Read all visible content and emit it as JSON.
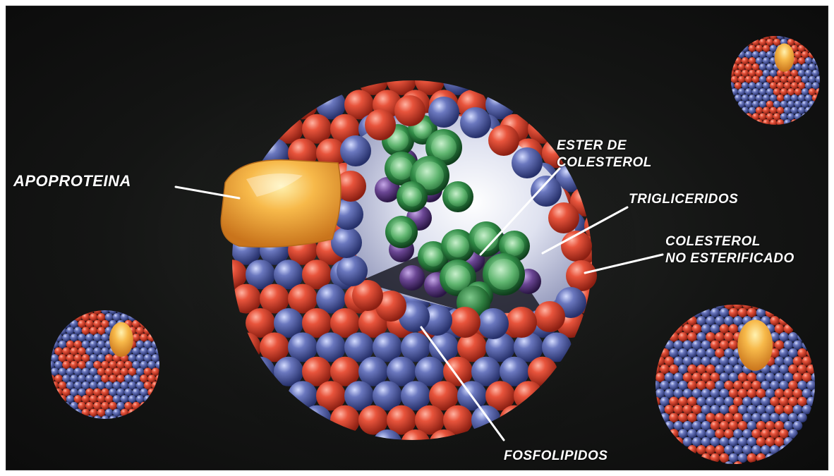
{
  "labels": {
    "apoproteina": "APOPROTEINA",
    "ester_line1": "ESTER DE",
    "ester_line2": "COLESTEROL",
    "trigliceridos": "TRIGLICERIDOS",
    "colesterol_line1": "COLESTEROL",
    "colesterol_line2": "NO ESTERIFICADO",
    "fosfolipidos": "FOSFOLIPIDOS"
  },
  "colors": {
    "phospholipid_red": "#d9432f",
    "phospholipid_blue": "#4d5aa0",
    "cholesterol_ester_green": "#3f9c5c",
    "triglyceride_purple": "#5b3c82",
    "apoprotein_orange": "#f0a43a",
    "background": "#141514"
  }
}
